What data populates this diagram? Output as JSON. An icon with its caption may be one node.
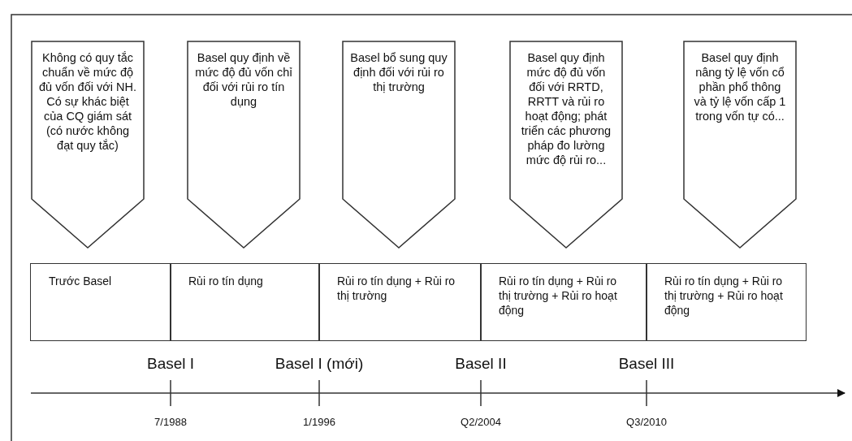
{
  "diagram": {
    "nodes": [
      {
        "text": [
          "Không có quy tắc chuẩn về mức độ đủ vốn đối với NH. Có sự khác biệt của CQ giám sát (có nước không đạt quy tắc)"
        ]
      },
      {
        "text": [
          "Basel quy định về mức độ đủ vốn chỉ đối với rủi ro tín dụng"
        ]
      },
      {
        "text": [
          "Basel bổ sung quy định đối với rủi ro thị trường"
        ]
      },
      {
        "text": [
          "Basel quy định mức độ đủ vốn đối với RRTD, RRTT và rủi ro hoạt động; phát triển các phương pháp đo lường mức độ rủi ro..."
        ]
      },
      {
        "text": [
          "Basel quy định nâng tỷ lệ vốn cổ phần phổ thông và tỷ lệ vốn cấp 1 trong vốn tự có..."
        ]
      },
      {
        "text": [
          "Trước Basel"
        ]
      },
      {
        "text": [
          "Rủi ro tín dụng"
        ]
      },
      {
        "text": [
          "Rủi ro tín dụng + Rủi ro thị trường"
        ]
      },
      {
        "text": [
          "Rủi ro tín dụng + Rủi ro thị trường + Rủi ro hoạt động"
        ]
      },
      {
        "text": [
          "Rủi ro tín dụng + Rủi ro thị trường + Rủi ro hoạt động"
        ]
      }
    ],
    "labels": [
      "Basel I",
      "Basel I (mới)",
      "Basel II",
      "Basel III",
      "7/1988",
      "1/1996",
      "Q2/2004",
      "Q3/2010"
    ]
  }
}
